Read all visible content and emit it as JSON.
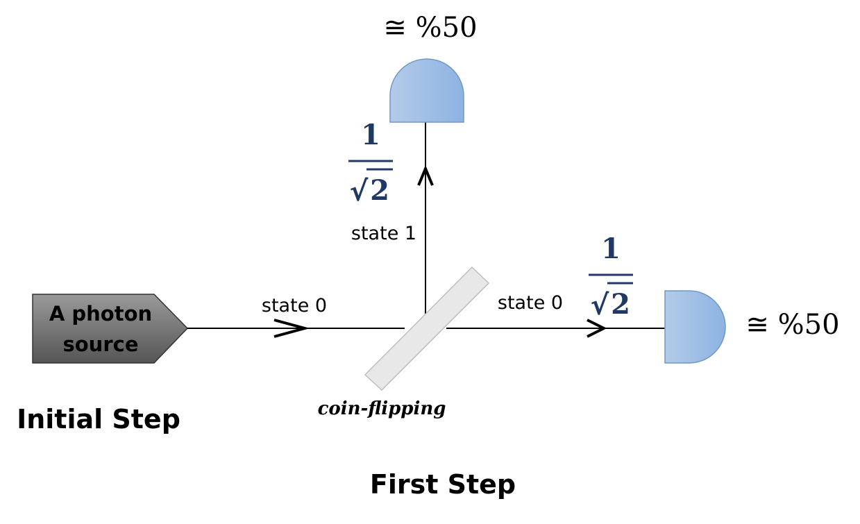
{
  "source": {
    "line1": "A photon",
    "line2": "source"
  },
  "labels": {
    "state0_in": "state 0",
    "state0_out": "state 0",
    "state1": "state 1",
    "coin": "coin-flipping",
    "initial_step": "Initial Step",
    "first_step": "First Step"
  },
  "amplitudes": {
    "top": {
      "numerator": "1",
      "radical": "√",
      "radicand": "2"
    },
    "right": {
      "numerator": "1",
      "radical": "√",
      "radicand": "2"
    }
  },
  "probabilities": {
    "top": "≅ %50",
    "right": "≅ %50"
  },
  "colors": {
    "detector_light": "#b3cbe9",
    "detector_dark": "#8db3e2",
    "detector_stroke": "#6f97c6",
    "source_light": "#9a9a9a",
    "source_dark": "#555555",
    "splitter_fill": "#e8e8e8",
    "splitter_stroke": "#bdbdbd",
    "amplitude_text": "#1f3864"
  }
}
